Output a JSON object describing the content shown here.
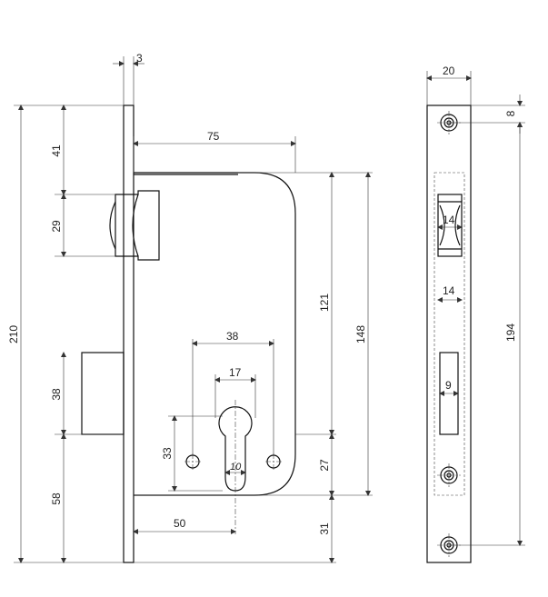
{
  "dimensions": {
    "faceplate_thickness": "3",
    "backset_depth": "75",
    "top_to_latch": "41",
    "latch_height": "29",
    "total_height": "210",
    "bolt_height": "38",
    "bolt_to_bottom": "58",
    "case_to_cylinder": "121",
    "case_height": "148",
    "cylinder_to_case_bottom": "27",
    "case_to_bottom": "31",
    "screw_spacing": "38",
    "cylinder_width": "17",
    "screw_height": "33",
    "cylinder_slot": "10",
    "backset": "50",
    "faceplate_width": "20",
    "screw_hole_top": "8",
    "screw_distance": "194",
    "latch_width": "14",
    "bolt_width": "14",
    "slot_width": "9"
  }
}
